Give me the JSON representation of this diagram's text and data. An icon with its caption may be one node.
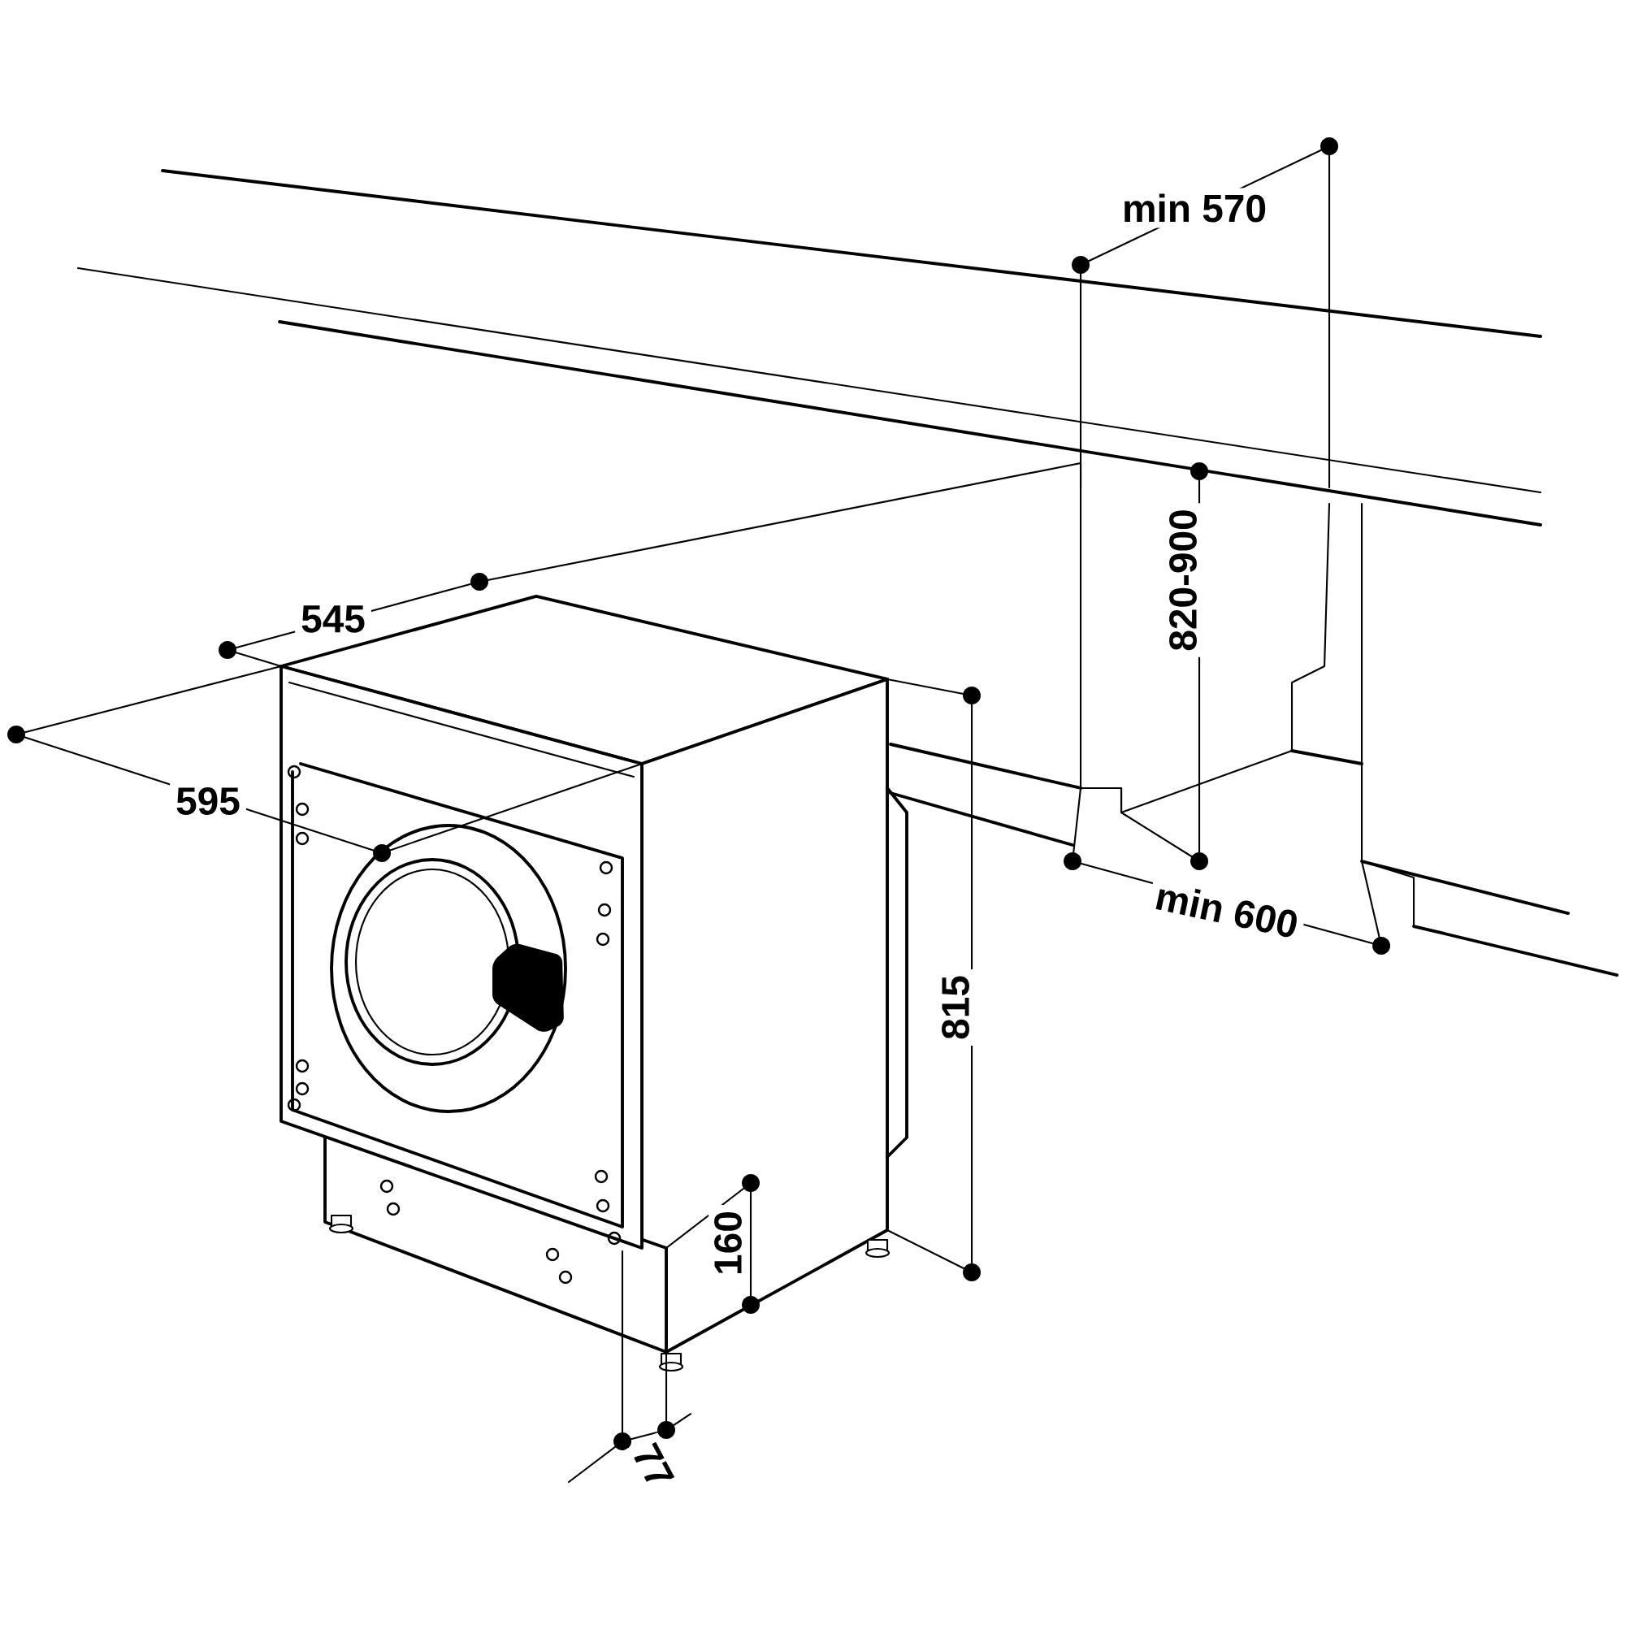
{
  "diagram": {
    "labels": [
      "min 570",
      "820-900",
      "545",
      "595",
      "min 600",
      "815",
      "160",
      "77"
    ]
  }
}
